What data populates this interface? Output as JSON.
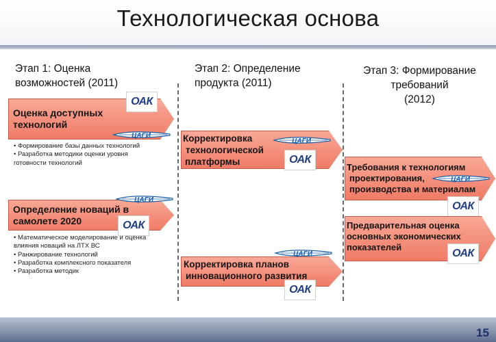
{
  "slide": {
    "title": "Технологическая основа",
    "page_number": "15"
  },
  "stages": [
    {
      "lines": [
        "Этап 1: Оценка",
        "возможностей (2011)"
      ]
    },
    {
      "lines": [
        "Этап 2: Определение",
        "продукта (2011)"
      ]
    },
    {
      "lines": [
        "Этап 3: Формирование",
        "требований",
        "(2012)"
      ]
    }
  ],
  "boxes": [
    {
      "lines": [
        "Оценка доступных",
        "технологий"
      ]
    },
    {
      "lines": [
        "Определение новаций в",
        "самолете 2020"
      ]
    },
    {
      "lines": [
        "Корректировка",
        "технологической",
        "платформы"
      ]
    },
    {
      "lines": [
        "Корректировка планов",
        "инновационного развития"
      ]
    },
    {
      "lines": [
        "Требования к технологиям",
        "проектирования,",
        "производства и материалам"
      ]
    },
    {
      "lines": [
        "Предварительная оценка",
        "основных экономических",
        "показателей"
      ]
    }
  ],
  "bullets_1": [
    "• Формирование базы данных технологий",
    "• Разработка методики оценки уровня",
    "готовности технологий"
  ],
  "bullets_2": [
    "• Математическое моделирование и оценка",
    "влияния новаций на ЛТХ ВС",
    "• Ранжирование технологий",
    "• Разработка комплексного показателя",
    "• Разработка методик"
  ],
  "logos": {
    "oak": "ОАК",
    "tsagi": "ЦАГИ"
  },
  "colors": {
    "arrow_fill": "#f4907c",
    "oak_blue": "#1f3c84",
    "tsagi_blue": "#1f5fa8"
  }
}
